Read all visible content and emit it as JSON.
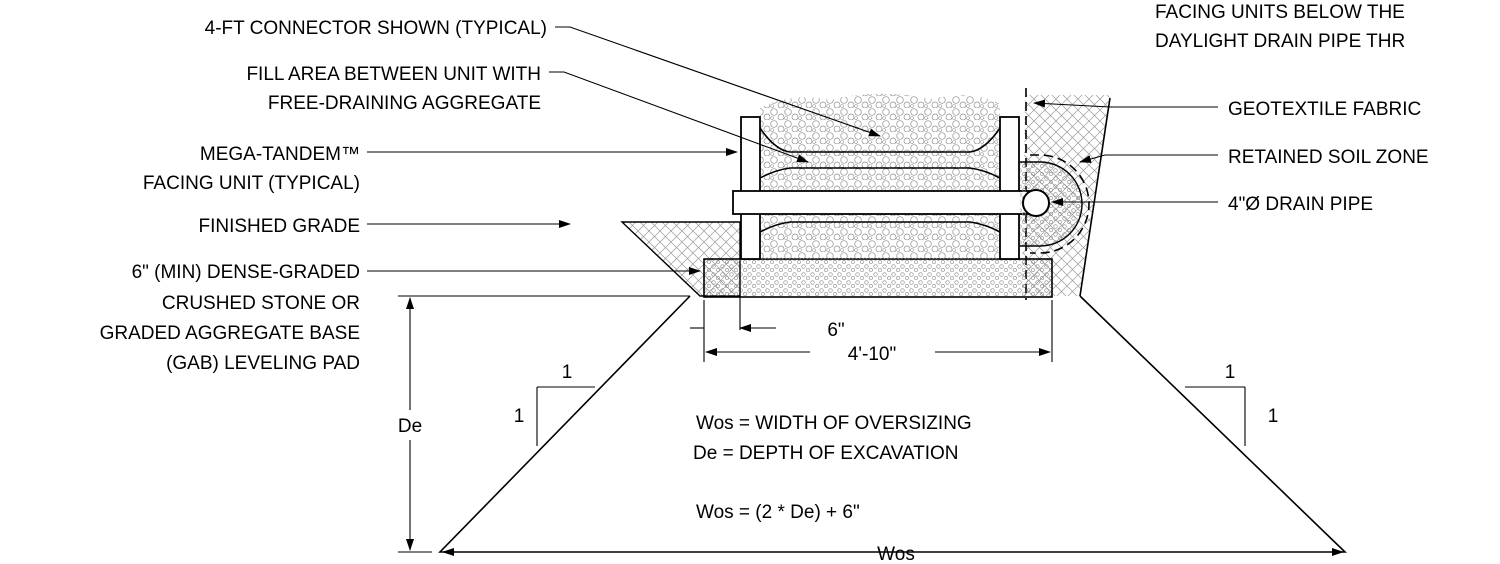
{
  "callouts_left": {
    "connector": "4-FT CONNECTOR SHOWN (TYPICAL)",
    "fill_area_1": "FILL AREA BETWEEN UNIT WITH",
    "fill_area_2": "FREE-DRAINING AGGREGATE",
    "unit_1": "MEGA-TANDEM™",
    "unit_2": "FACING UNIT (TYPICAL)",
    "finished_grade": "FINISHED GRADE",
    "pad_1": "6\" (MIN) DENSE-GRADED",
    "pad_2": "CRUSHED STONE OR",
    "pad_3": "GRADED AGGREGATE BASE",
    "pad_4": "(GAB) LEVELING PAD"
  },
  "callouts_right": {
    "note_1": "FACING UNITS BELOW THE",
    "note_2": "DAYLIGHT DRAIN PIPE THR",
    "geotextile": "GEOTEXTILE FABRIC",
    "retained_soil": "RETAINED SOIL ZONE",
    "drain_pipe": "4\"Ø DRAIN PIPE"
  },
  "dimensions": {
    "offset": "6\"",
    "pad_width": "4'-10\"",
    "depth": "De",
    "width": "Wos",
    "slope_rise_left": "1",
    "slope_run_left": "1",
    "slope_rise_right": "1",
    "slope_run_right": "1"
  },
  "legend": {
    "wos_def": "Wos = WIDTH OF OVERSIZING",
    "de_def": "De = DEPTH OF EXCAVATION",
    "formula": "Wos = (2 * De) + 6\""
  }
}
